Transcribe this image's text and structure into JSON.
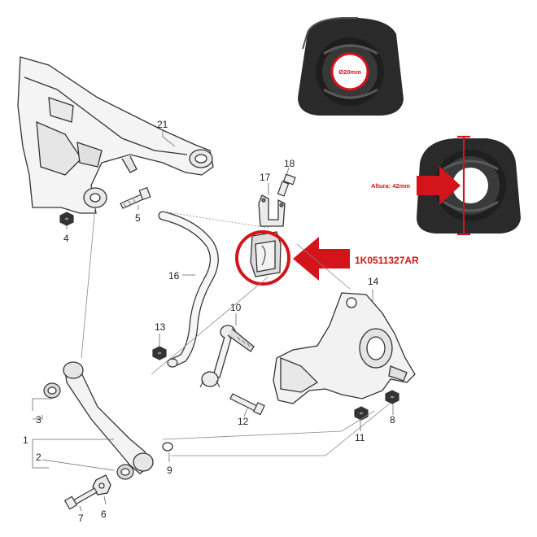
{
  "callouts": {
    "c1": "1",
    "c2": "2",
    "c3": "3",
    "c4": "4",
    "c5": "5",
    "c6": "6",
    "c7": "7",
    "c8": "8",
    "c9": "9",
    "c10": "10",
    "c11": "11",
    "c12": "12",
    "c13": "13",
    "c14": "14",
    "c16": "16",
    "c17": "17",
    "c18": "18",
    "c21": "21"
  },
  "part_number": "1K0511327AR",
  "photo_top": {
    "diameter_label": "Ø20mm"
  },
  "photo_bottom": {
    "height_label": "Altura: 42mm"
  },
  "colors": {
    "accent_red": "#d3141b",
    "rubber": "#2a2a2a",
    "line": "#555555"
  }
}
